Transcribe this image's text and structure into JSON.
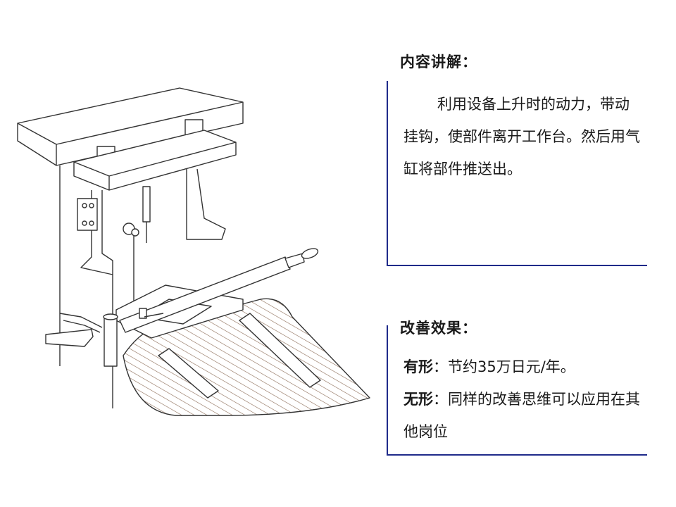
{
  "content": {
    "heading": "内容讲解：",
    "description": "利用设备上升时的动力，带动挂钩，使部件离开工作台。然后用气缸将部件推送出。"
  },
  "effect": {
    "heading": "改善效果：",
    "tangible_label": "有形",
    "tangible_text": "：节约35万日元/年。",
    "intangible_label": "无形",
    "intangible_text": "：同样的改善思维可以应用在其他岗位"
  },
  "colors": {
    "accent_line": "#1f2a8a",
    "drawing_line": "#333333",
    "hatch": "#8a6a55"
  },
  "illustration": {
    "subject": "machine-hook-and-cylinder-drawing"
  }
}
